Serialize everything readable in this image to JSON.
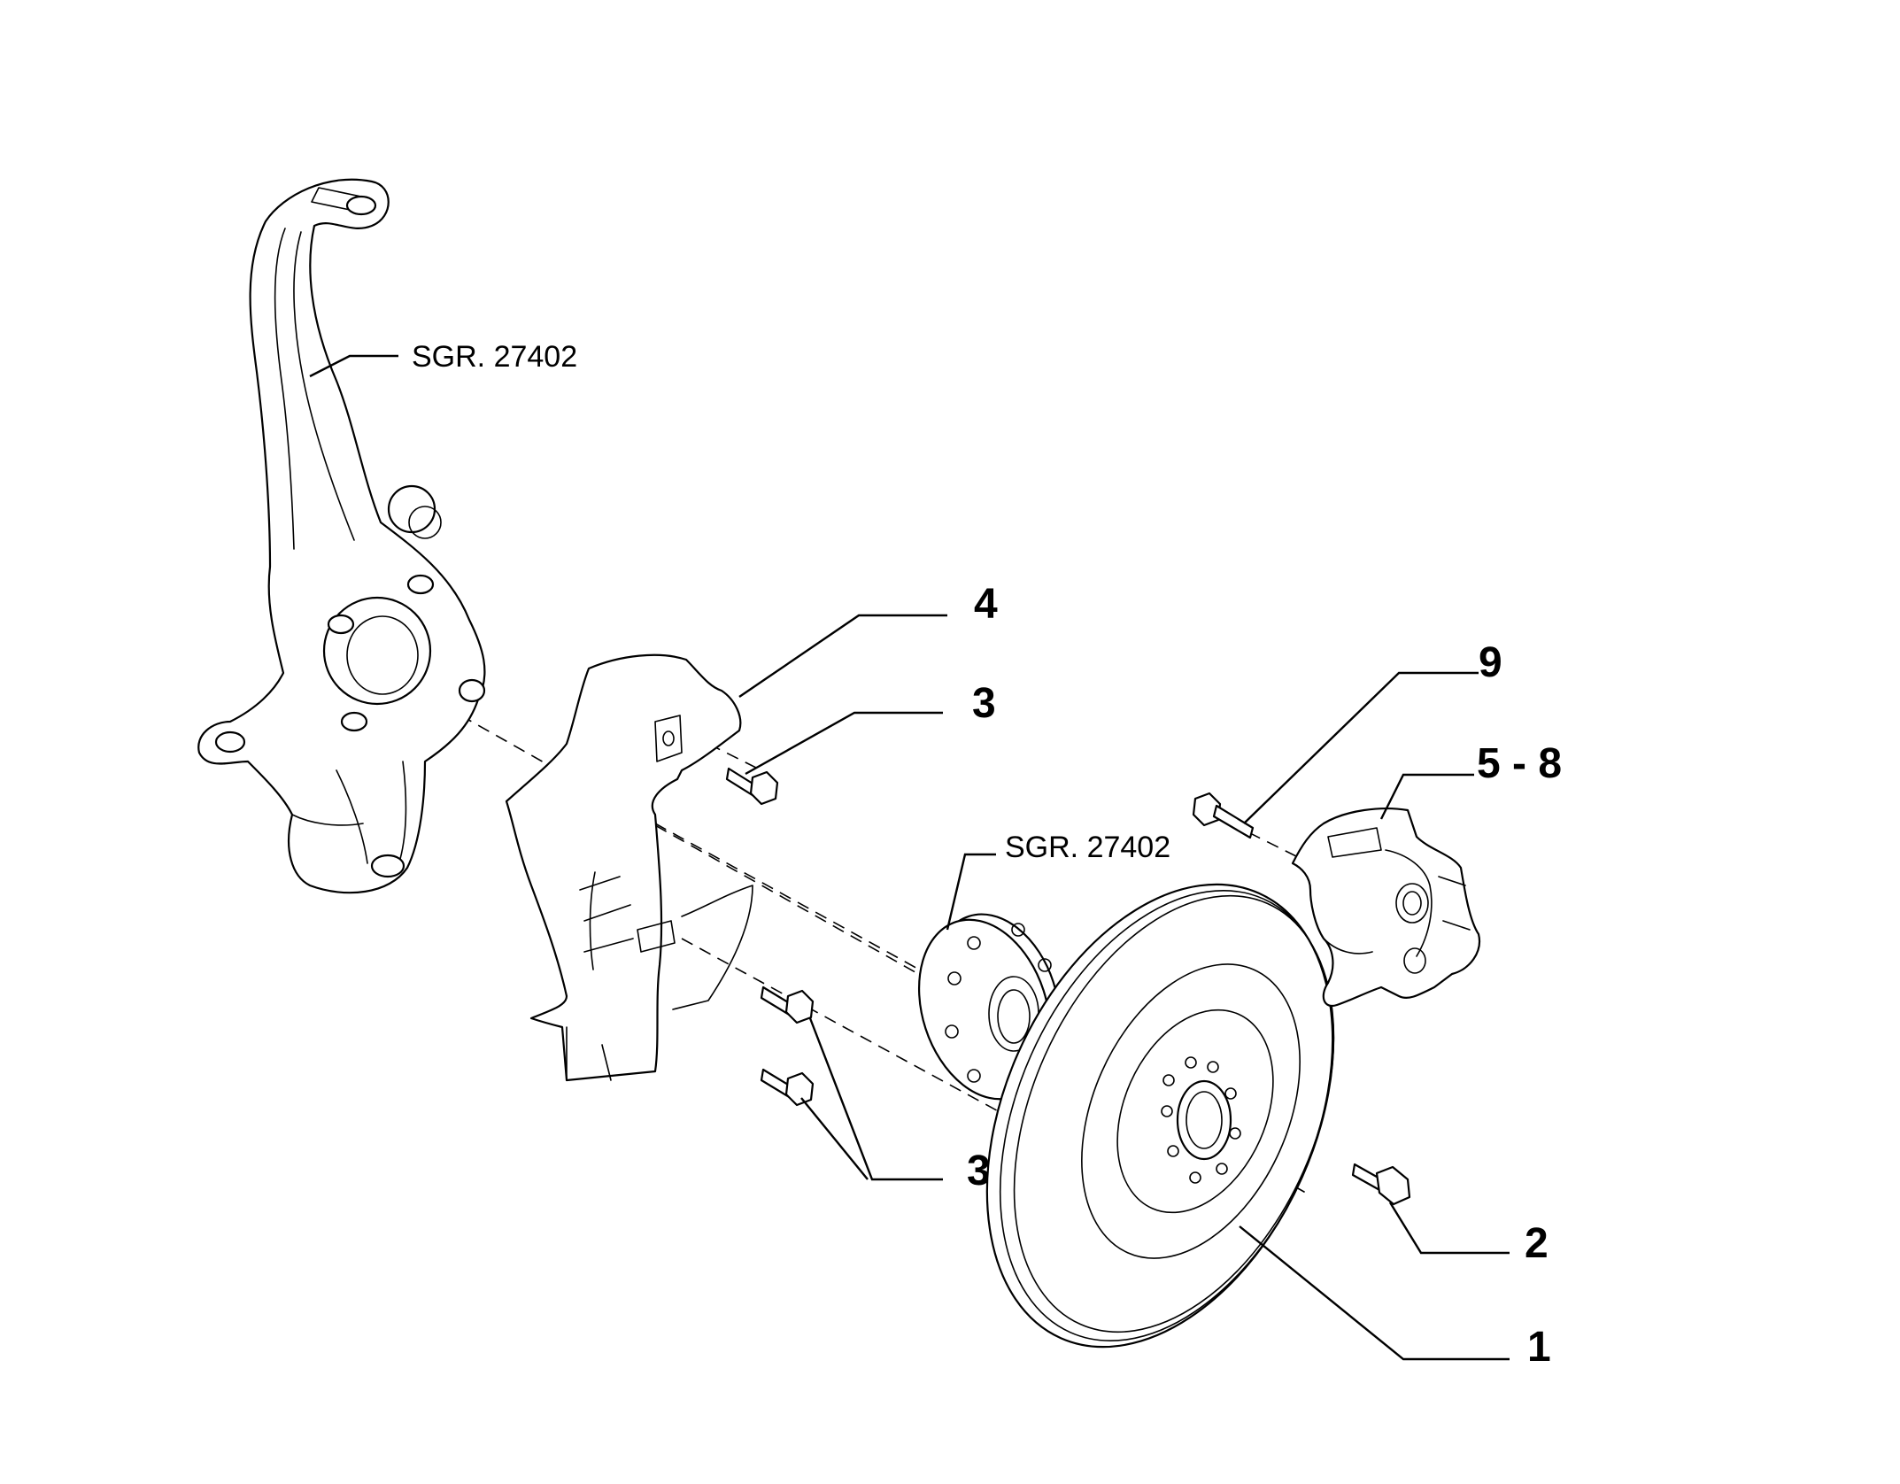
{
  "callouts": {
    "knuckle_ref": "SGR. 27402",
    "hub_ref": "SGR. 27402",
    "shield": "4",
    "shield_bolt_upper": "3",
    "shield_bolts_lower": "3",
    "caliper_bolt": "9",
    "caliper": "5 - 8",
    "disc_screw": "2",
    "brake_disc": "1"
  },
  "icons": [
    "steering-knuckle-icon",
    "dust-shield-icon",
    "wheel-hub-icon",
    "brake-disc-icon",
    "brake-caliper-icon",
    "bolt-icon"
  ]
}
